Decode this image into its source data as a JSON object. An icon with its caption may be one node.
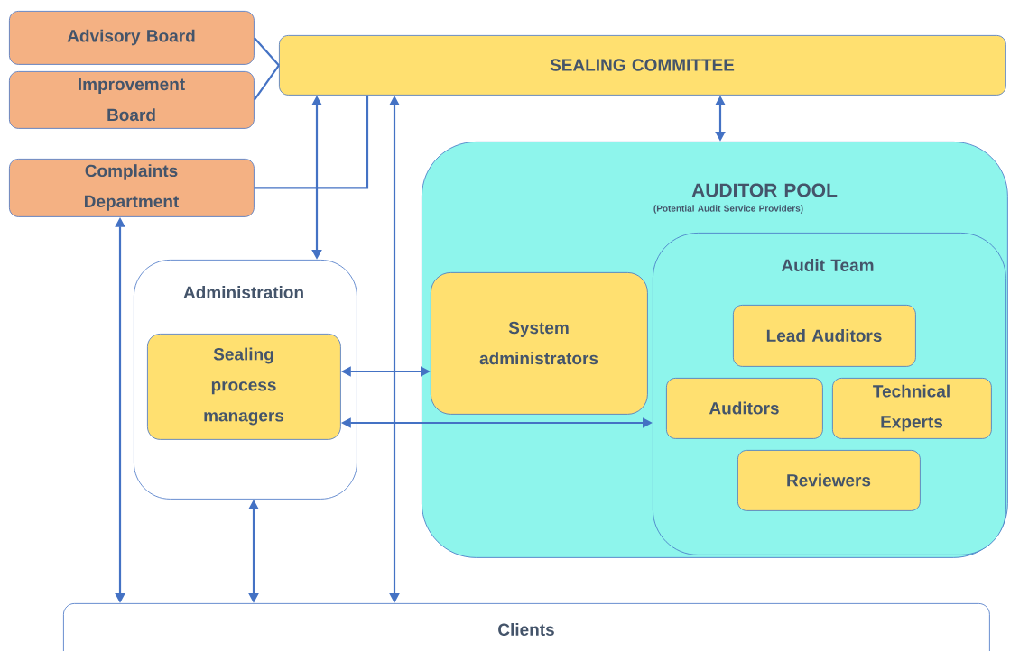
{
  "diagram": {
    "nodes": [
      {
        "text": [
          "Advisory Board"
        ]
      },
      {
        "text": [
          "Improvement Board"
        ]
      },
      {
        "text": [
          "SEALING COMMITTEE"
        ]
      },
      {
        "text": [
          "Complaints Department"
        ]
      },
      {
        "text": [
          "AUDITOR POOL",
          "(Potential Audit Service Providers)"
        ]
      },
      {
        "text": [
          "Administration"
        ]
      },
      {
        "text": [
          "Sealing process managers"
        ],
        "in": 5
      },
      {
        "text": [
          "System administrators"
        ],
        "in": 4
      },
      {
        "text": [
          "Audit Team"
        ],
        "in": 4
      },
      {
        "text": [
          "Lead Auditors"
        ],
        "in": 8
      },
      {
        "text": [
          "Auditors"
        ],
        "in": 8
      },
      {
        "text": [
          "Technical Experts"
        ],
        "in": 8
      },
      {
        "text": [
          "Reviewers"
        ],
        "in": 8
      },
      {
        "text": [
          "Clients"
        ]
      }
    ],
    "edges": [
      {
        "from": 0,
        "to": 2,
        "arrow": "none"
      },
      {
        "from": 1,
        "to": 2,
        "arrow": "none"
      },
      {
        "from": 3,
        "to": 2,
        "arrow": "none"
      },
      {
        "from": 2,
        "to": 5,
        "arrow": "both"
      },
      {
        "from": 2,
        "to": 13,
        "arrow": "both"
      },
      {
        "from": 2,
        "to": 4,
        "arrow": "both"
      },
      {
        "from": 3,
        "to": 13,
        "arrow": "both"
      },
      {
        "from": 5,
        "to": 13,
        "arrow": "both"
      },
      {
        "from": 6,
        "to": 7,
        "arrow": "both"
      },
      {
        "from": 6,
        "to": 8,
        "arrow": "both"
      }
    ]
  }
}
